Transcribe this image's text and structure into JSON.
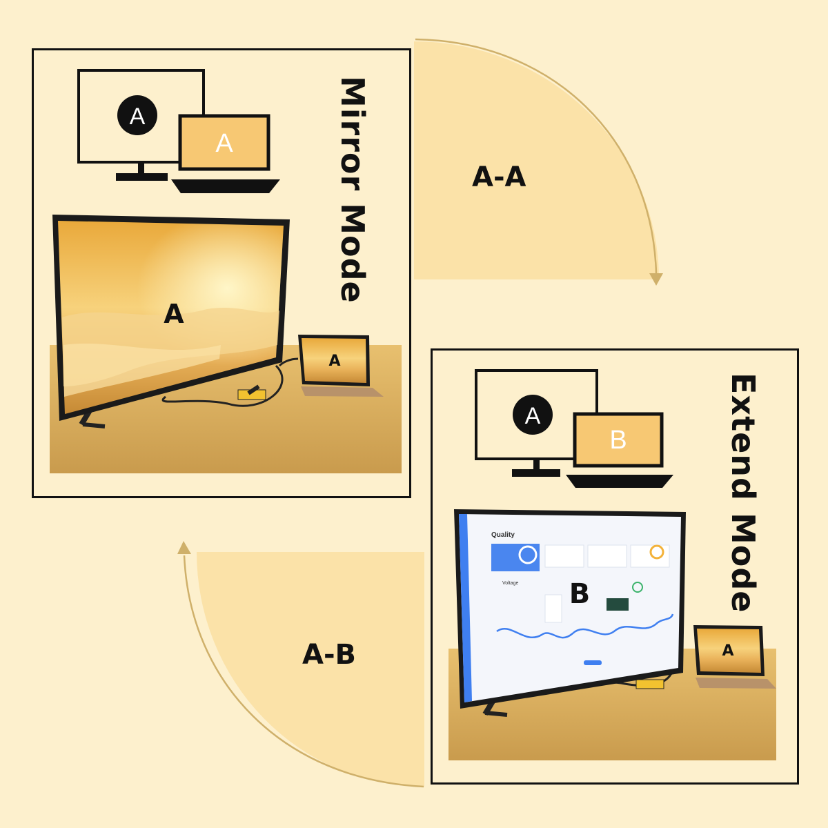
{
  "mirror": {
    "mode_label": "Mirror Mode",
    "pair_label": "A-A",
    "monitor_letter": "A",
    "laptop_letter": "A",
    "tv_letter": "A",
    "tablet_letter": "A"
  },
  "extend": {
    "mode_label": "Extend Mode",
    "pair_label": "A-B",
    "monitor_letter": "A",
    "laptop_letter": "B",
    "tv_letter": "B",
    "tablet_letter": "A",
    "dashboard": {
      "title": "Quality",
      "section": "Voltage"
    }
  },
  "colors": {
    "background": "#fdf0cd",
    "quarter_fill": "#fbe2a8",
    "accent_orange": "#f7c873",
    "ink": "#111111",
    "dashboard_blue": "#3f7ff0"
  },
  "icons": [
    "monitor-icon",
    "laptop-icon",
    "arrow-down-icon",
    "arrow-up-icon"
  ]
}
